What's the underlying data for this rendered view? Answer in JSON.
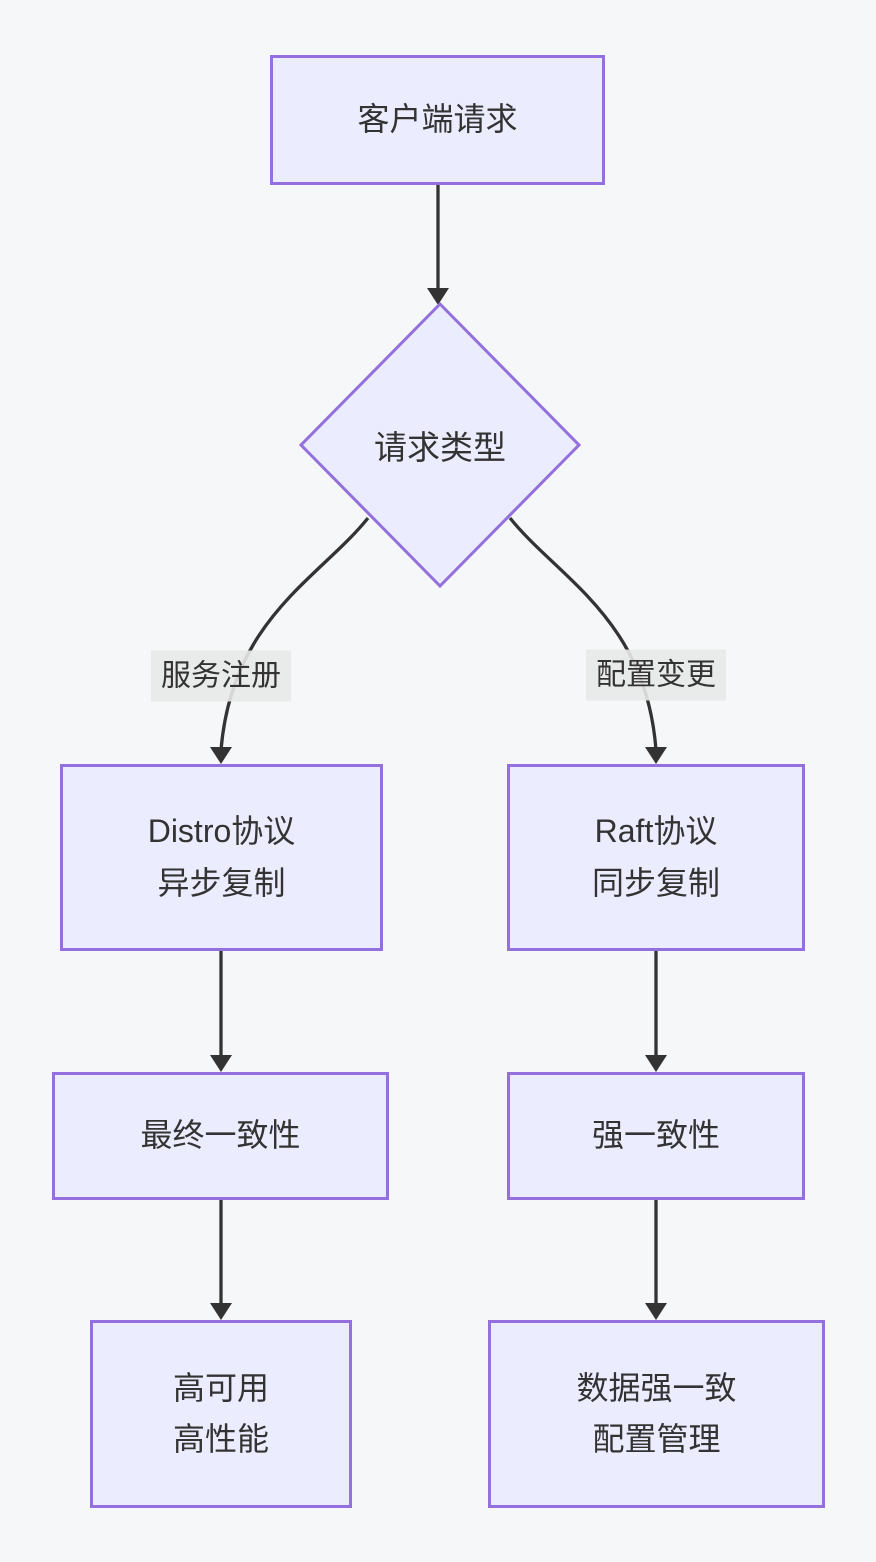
{
  "colors": {
    "node_fill": "#ECECFF",
    "node_border": "#9370DB",
    "edge_color": "#333333",
    "text_color": "#333333",
    "label_bg": "rgba(232,232,232,0.9)",
    "page_bg": "#F6F7F9"
  },
  "chart_data": {
    "type": "flowchart",
    "direction": "top-down",
    "nodes": [
      {
        "id": "client",
        "shape": "rect",
        "label": "客户端请求"
      },
      {
        "id": "decision",
        "shape": "diamond",
        "label": "请求类型"
      },
      {
        "id": "distro",
        "shape": "rect",
        "label": "Distro协议\n异步复制"
      },
      {
        "id": "raft",
        "shape": "rect",
        "label": "Raft协议\n同步复制"
      },
      {
        "id": "eventual",
        "shape": "rect",
        "label": "最终一致性"
      },
      {
        "id": "strong",
        "shape": "rect",
        "label": "强一致性"
      },
      {
        "id": "ha",
        "shape": "rect",
        "label": "高可用\n高性能"
      },
      {
        "id": "config",
        "shape": "rect",
        "label": "数据强一致\n配置管理"
      }
    ],
    "edges": [
      {
        "from": "client",
        "to": "decision",
        "label": ""
      },
      {
        "from": "decision",
        "to": "distro",
        "label": "服务注册"
      },
      {
        "from": "decision",
        "to": "raft",
        "label": "配置变更"
      },
      {
        "from": "distro",
        "to": "eventual",
        "label": ""
      },
      {
        "from": "raft",
        "to": "strong",
        "label": ""
      },
      {
        "from": "eventual",
        "to": "ha",
        "label": ""
      },
      {
        "from": "strong",
        "to": "config",
        "label": ""
      }
    ]
  },
  "nodes": {
    "client": {
      "label": "客户端请求"
    },
    "decision": {
      "label": "请求类型"
    },
    "distro": {
      "label": "Distro协议\n异步复制"
    },
    "raft": {
      "label": "Raft协议\n同步复制"
    },
    "eventual": {
      "label": "最终一致性"
    },
    "strong": {
      "label": "强一致性"
    },
    "ha": {
      "label": "高可用\n高性能"
    },
    "config": {
      "label": "数据强一致\n配置管理"
    }
  },
  "edge_labels": {
    "left": "服务注册",
    "right": "配置变更"
  }
}
